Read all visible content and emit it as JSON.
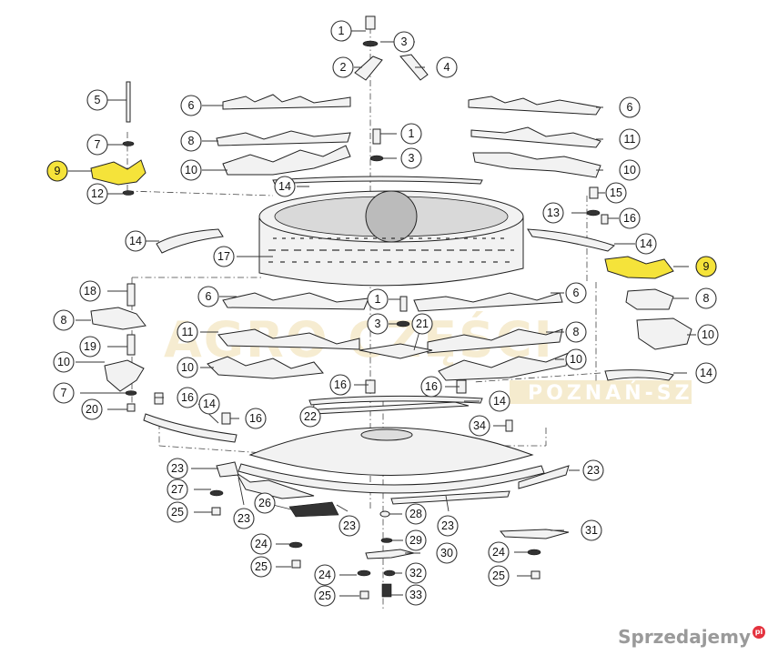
{
  "diagram": {
    "watermark_main": "AGRO CZĘŚCI",
    "watermark_sub": "POZNAŃ-SZ",
    "site_watermark": "Sprzedajemy",
    "site_watermark_badge": "pl",
    "highlight_color": "#f5e33a",
    "callouts": [
      {
        "id": "c1a",
        "label": "1"
      },
      {
        "id": "c3a",
        "label": "3"
      },
      {
        "id": "c2",
        "label": "2"
      },
      {
        "id": "c4",
        "label": "4"
      },
      {
        "id": "c5",
        "label": "5"
      },
      {
        "id": "c6a",
        "label": "6"
      },
      {
        "id": "c6b",
        "label": "6"
      },
      {
        "id": "c7a",
        "label": "7"
      },
      {
        "id": "c8a",
        "label": "8"
      },
      {
        "id": "c1b",
        "label": "1"
      },
      {
        "id": "c11a",
        "label": "11"
      },
      {
        "id": "c9a",
        "label": "9",
        "highlight": true
      },
      {
        "id": "c10a",
        "label": "10"
      },
      {
        "id": "c3b",
        "label": "3"
      },
      {
        "id": "c10b",
        "label": "10"
      },
      {
        "id": "c12",
        "label": "12"
      },
      {
        "id": "c14a",
        "label": "14"
      },
      {
        "id": "c15",
        "label": "15"
      },
      {
        "id": "c13",
        "label": "13"
      },
      {
        "id": "c16a",
        "label": "16"
      },
      {
        "id": "c14b",
        "label": "14"
      },
      {
        "id": "c14c",
        "label": "14"
      },
      {
        "id": "c17",
        "label": "17"
      },
      {
        "id": "c9b",
        "label": "9",
        "highlight": true
      },
      {
        "id": "c18",
        "label": "18"
      },
      {
        "id": "c6c",
        "label": "6"
      },
      {
        "id": "c1c",
        "label": "1"
      },
      {
        "id": "c6d",
        "label": "6"
      },
      {
        "id": "c8b",
        "label": "8"
      },
      {
        "id": "c8c",
        "label": "8"
      },
      {
        "id": "c3c",
        "label": "3"
      },
      {
        "id": "c21",
        "label": "21"
      },
      {
        "id": "c11b",
        "label": "11"
      },
      {
        "id": "c8d",
        "label": "8"
      },
      {
        "id": "c10c",
        "label": "10"
      },
      {
        "id": "c19",
        "label": "19"
      },
      {
        "id": "c10d",
        "label": "10"
      },
      {
        "id": "c10e",
        "label": "10"
      },
      {
        "id": "c10f",
        "label": "10"
      },
      {
        "id": "c14d",
        "label": "14"
      },
      {
        "id": "c7b",
        "label": "7"
      },
      {
        "id": "c16b",
        "label": "16"
      },
      {
        "id": "c16c",
        "label": "16"
      },
      {
        "id": "c16d",
        "label": "16"
      },
      {
        "id": "c14e",
        "label": "14"
      },
      {
        "id": "c14f",
        "label": "14"
      },
      {
        "id": "c20",
        "label": "20"
      },
      {
        "id": "c16e",
        "label": "16"
      },
      {
        "id": "c22",
        "label": "22"
      },
      {
        "id": "c34",
        "label": "34"
      },
      {
        "id": "c23a",
        "label": "23"
      },
      {
        "id": "c23b",
        "label": "23"
      },
      {
        "id": "c27",
        "label": "27"
      },
      {
        "id": "c26",
        "label": "26"
      },
      {
        "id": "c25a",
        "label": "25"
      },
      {
        "id": "c23c",
        "label": "23"
      },
      {
        "id": "c23d",
        "label": "23"
      },
      {
        "id": "c23e",
        "label": "23"
      },
      {
        "id": "c28",
        "label": "28"
      },
      {
        "id": "c31",
        "label": "31"
      },
      {
        "id": "c24a",
        "label": "24"
      },
      {
        "id": "c29",
        "label": "29"
      },
      {
        "id": "c30",
        "label": "30"
      },
      {
        "id": "c24b",
        "label": "24"
      },
      {
        "id": "c25b",
        "label": "25"
      },
      {
        "id": "c24c",
        "label": "24"
      },
      {
        "id": "c32",
        "label": "32"
      },
      {
        "id": "c25c",
        "label": "25"
      },
      {
        "id": "c25d",
        "label": "25"
      },
      {
        "id": "c33",
        "label": "33"
      }
    ]
  }
}
